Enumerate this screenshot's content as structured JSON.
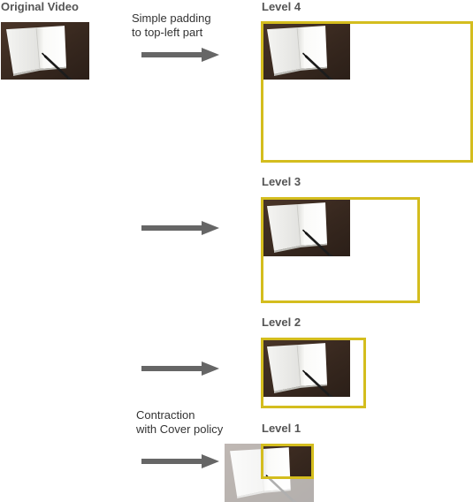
{
  "original": {
    "title": "Original Video"
  },
  "captions": {
    "padding": {
      "line1": "Simple padding",
      "line2": "to top-left part"
    },
    "contraction": {
      "line1": "Contraction",
      "line2": "with Cover policy"
    }
  },
  "levels": [
    {
      "name": "Level 4"
    },
    {
      "name": "Level 3"
    },
    {
      "name": "Level 2"
    },
    {
      "name": "Level 1"
    }
  ],
  "colors": {
    "frame": "#d4bd1e",
    "arrow": "#666666",
    "desk": "#3a2a20",
    "paper": "#f7f7f5"
  },
  "icons": {
    "arrow": "right-arrow-icon",
    "photo": "notebook-photo"
  }
}
